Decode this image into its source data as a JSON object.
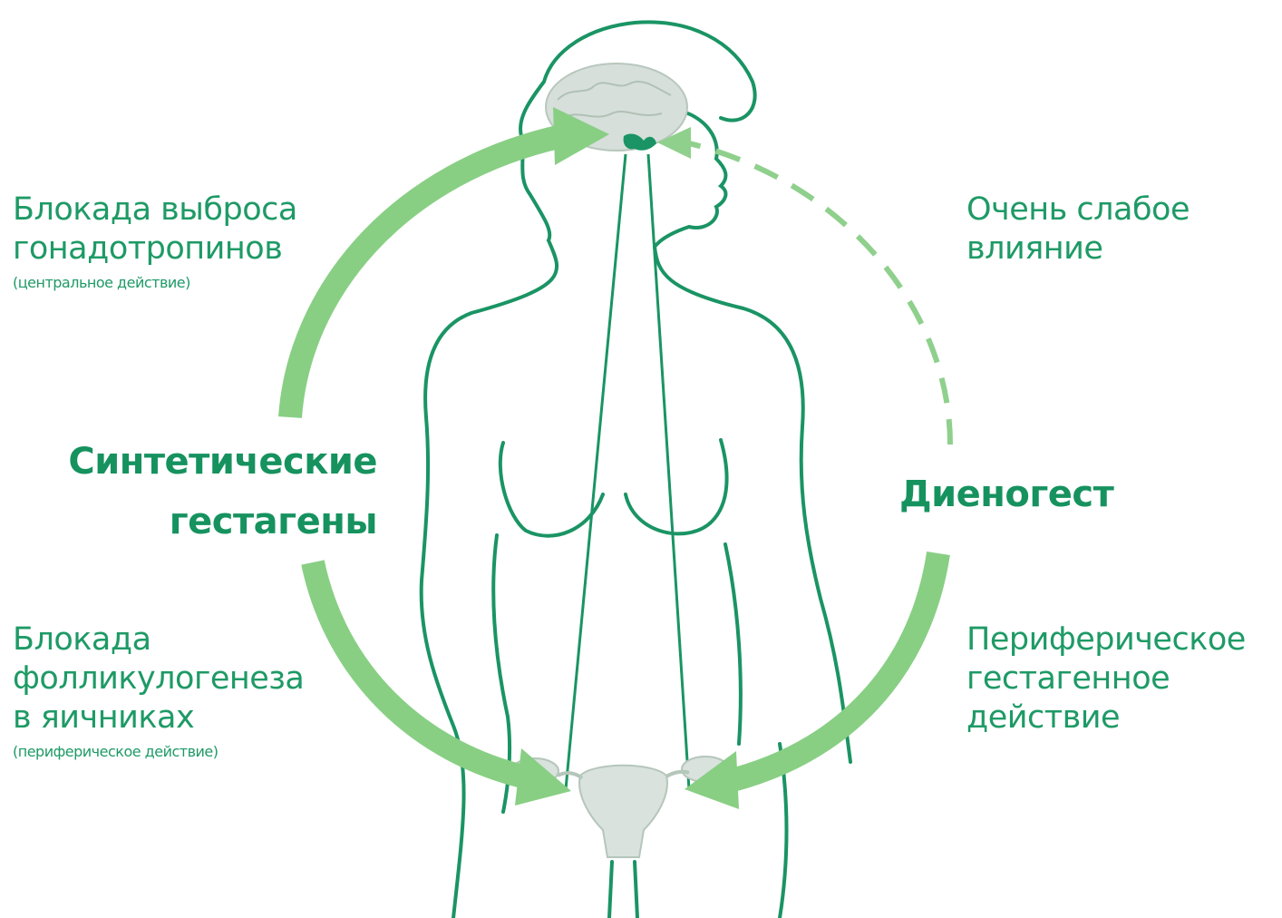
{
  "labels": {
    "top_left": {
      "line1": "Блокада выброса",
      "line2": "гонадотропинов",
      "note": "(центральное действие)"
    },
    "top_right": {
      "line1": "Очень слабое",
      "line2": "влияние"
    },
    "center_left": {
      "line1": "Синтетические",
      "line2": "гестагены"
    },
    "center_right": {
      "line1": "Диеногест"
    },
    "bottom_left": {
      "line1": "Блокада",
      "line2": "фолликулогенеза",
      "line3": "в яичниках",
      "note": "(периферическое действие)"
    },
    "bottom_right": {
      "line1": "Периферическое",
      "line2": "гестагенное",
      "line3": "действие"
    }
  },
  "colors": {
    "outline": "#1a9464",
    "arrow": "#88cf84",
    "dashed_arrow": "#8fd08c",
    "brain": "#d7dfda",
    "organ": "#d9e2dc",
    "text": "#1e9a66"
  }
}
